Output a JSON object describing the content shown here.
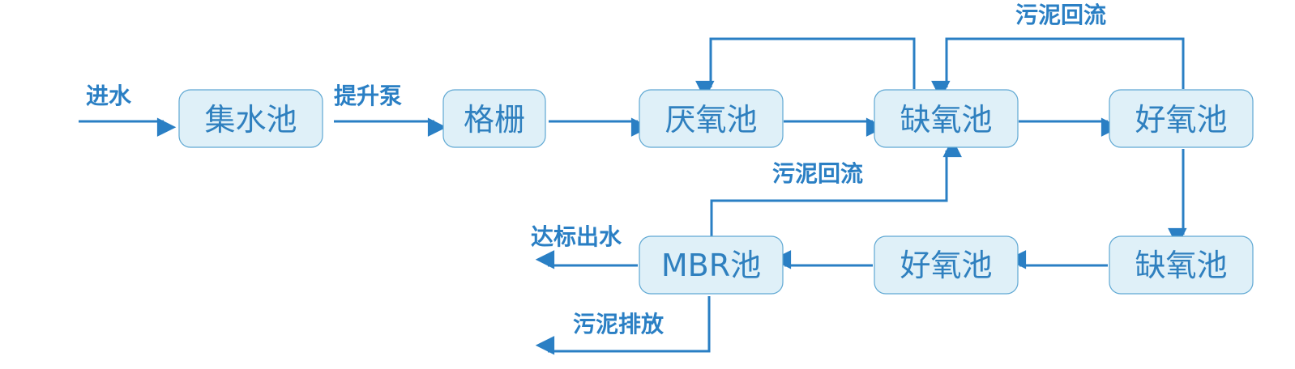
{
  "nodes": {
    "collection_tank": "集水池",
    "screen": "格栅",
    "anaerobic_tank": "厌氧池",
    "anoxic_tank_1": "缺氧池",
    "aerobic_tank_1": "好氧池",
    "anoxic_tank_2": "缺氧池",
    "aerobic_tank_2": "好氧池",
    "mbr_tank": "MBR池"
  },
  "labels": {
    "influent": "进水",
    "lift_pump": "提升泵",
    "sludge_return_top": "污泥回流",
    "sludge_return_middle": "污泥回流",
    "effluent": "达标出水",
    "sludge_discharge": "污泥排放"
  },
  "colors": {
    "node_fill": "#dff0f8",
    "node_border": "#5fa8d3",
    "node_text": "#2f80bf",
    "arrow": "#2a7fc4"
  }
}
